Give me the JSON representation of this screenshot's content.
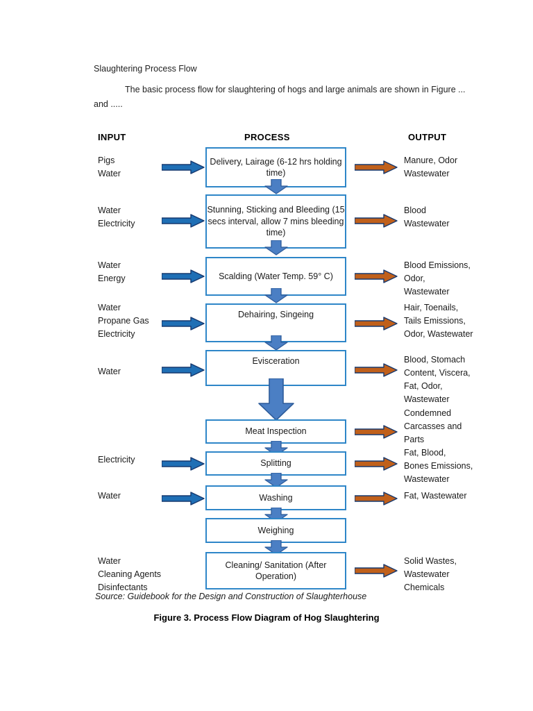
{
  "document": {
    "heading": "Slaughtering Process Flow",
    "paragraph": "The basic process flow for slaughtering of hogs and large animals are shown in Figure ... and ....."
  },
  "columns": {
    "input_heading": "INPUT",
    "process_heading": "PROCESS",
    "output_heading": "OUTPUT"
  },
  "colors": {
    "box_border": "#2E86C8",
    "input_arrow": "#1F6FB5",
    "input_arrow_stroke": "#16386E",
    "output_arrow": "#C0601B",
    "output_arrow_stroke": "#16386E",
    "down_arrow": "#4B7FC4",
    "down_arrow_stroke": "#2E5C9A"
  },
  "chart_data": {
    "type": "diagram",
    "title": "Process Flow Diagram of Hog Slaughtering",
    "steps": [
      {
        "index": 1,
        "inputs": "Pigs\nWater",
        "process": "Delivery, Lairage\n(6-12 hrs holding time)",
        "outputs": "Manure, Odor\nWastewater",
        "has_input_arrow": true,
        "has_output_arrow": true
      },
      {
        "index": 2,
        "inputs": "Water\nElectricity",
        "process": "Stunning,\nSticking and Bleeding\n(15 secs interval, allow 7\nmins bleeding time)",
        "outputs": "Blood\nWastewater",
        "has_input_arrow": true,
        "has_output_arrow": true
      },
      {
        "index": 3,
        "inputs": "Water\nEnergy",
        "process": "Scalding\n(Water Temp. 59° C)",
        "outputs": "Blood Emissions,\nOdor,\nWastewater",
        "has_input_arrow": true,
        "has_output_arrow": true
      },
      {
        "index": 4,
        "inputs": "Water\nPropane Gas\nElectricity",
        "process": "Dehairing,\nSingeing",
        "outputs": "Hair, Toenails,\nTails Emissions,\nOdor, Wastewater",
        "has_input_arrow": true,
        "has_output_arrow": true
      },
      {
        "index": 5,
        "inputs": "Water",
        "process": "Evisceration",
        "outputs": "Blood, Stomach\nContent, Viscera,\nFat, Odor,\nWastewater",
        "has_input_arrow": true,
        "has_output_arrow": true
      },
      {
        "index": 6,
        "inputs": "",
        "process": "Meat Inspection",
        "outputs": "Condemned\nCarcasses and\nParts",
        "has_input_arrow": false,
        "has_output_arrow": true
      },
      {
        "index": 7,
        "inputs": "Electricity",
        "process": "Splitting",
        "outputs": "Fat, Blood,\nBones Emissions,\nWastewater",
        "has_input_arrow": true,
        "has_output_arrow": true
      },
      {
        "index": 8,
        "inputs": "Water",
        "process": "Washing",
        "outputs": "Fat, Wastewater",
        "has_input_arrow": true,
        "has_output_arrow": true
      },
      {
        "index": 9,
        "inputs": "",
        "process": "Weighing",
        "outputs": "",
        "has_input_arrow": false,
        "has_output_arrow": false
      },
      {
        "index": 10,
        "inputs": "Water\nCleaning Agents\nDisinfectants",
        "process": "Cleaning/ Sanitation\n(After Operation)",
        "outputs": "Solid Wastes,\nWastewater\nChemicals",
        "has_input_arrow": true,
        "has_output_arrow": true
      }
    ]
  },
  "captions": {
    "source": "Source: Guidebook for the Design and Construction of Slaughterhouse",
    "figure": "Figure 3. Process Flow Diagram of Hog Slaughtering"
  }
}
